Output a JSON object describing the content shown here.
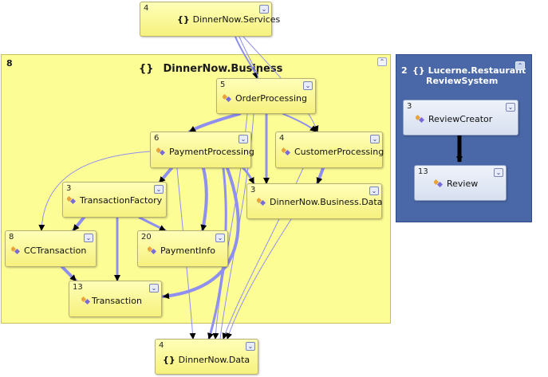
{
  "groups": {
    "business": {
      "count": "8",
      "glyph": "{}",
      "title": "DinnerNow.Business",
      "toggle": "⌃"
    },
    "lucerne": {
      "count": "2",
      "glyph": "{}",
      "title_line1": "Lucerne.Restaurant",
      "title_line2": "ReviewSystem",
      "toggle": "⌃"
    }
  },
  "nodes": {
    "services": {
      "count": "4",
      "glyph": "{}",
      "label": "DinnerNow.Services",
      "toggle": "⌄"
    },
    "order_processing": {
      "count": "5",
      "label": "OrderProcessing",
      "toggle": "⌄"
    },
    "payment_processing": {
      "count": "6",
      "label": "PaymentProcessing",
      "toggle": "⌄"
    },
    "customer_processing": {
      "count": "4",
      "label": "CustomerProcessing",
      "toggle": "⌄"
    },
    "transaction_factory": {
      "count": "3",
      "label": "TransactionFactory",
      "toggle": "⌄"
    },
    "business_data": {
      "count": "3",
      "label": "DinnerNow.Business.Data",
      "toggle": "⌄"
    },
    "cc_transaction": {
      "count": "8",
      "label": "CCTransaction",
      "toggle": "⌄"
    },
    "payment_info": {
      "count": "20",
      "label": "PaymentInfo",
      "toggle": "⌄"
    },
    "transaction": {
      "count": "13",
      "label": "Transaction",
      "toggle": "⌄"
    },
    "data": {
      "count": "4",
      "glyph": "{}",
      "label": "DinnerNow.Data",
      "toggle": "⌄"
    },
    "review_creator": {
      "count": "3",
      "label": "ReviewCreator",
      "toggle": "⌄"
    },
    "review": {
      "count": "13",
      "label": "Review",
      "toggle": "⌄"
    }
  },
  "colors": {
    "edge": "#8f8ff0",
    "edge_arrow": "#000000",
    "business_bg": "#fdfd96",
    "lucerne_bg": "#4a68a8",
    "node_bg": "#ffff9a"
  }
}
